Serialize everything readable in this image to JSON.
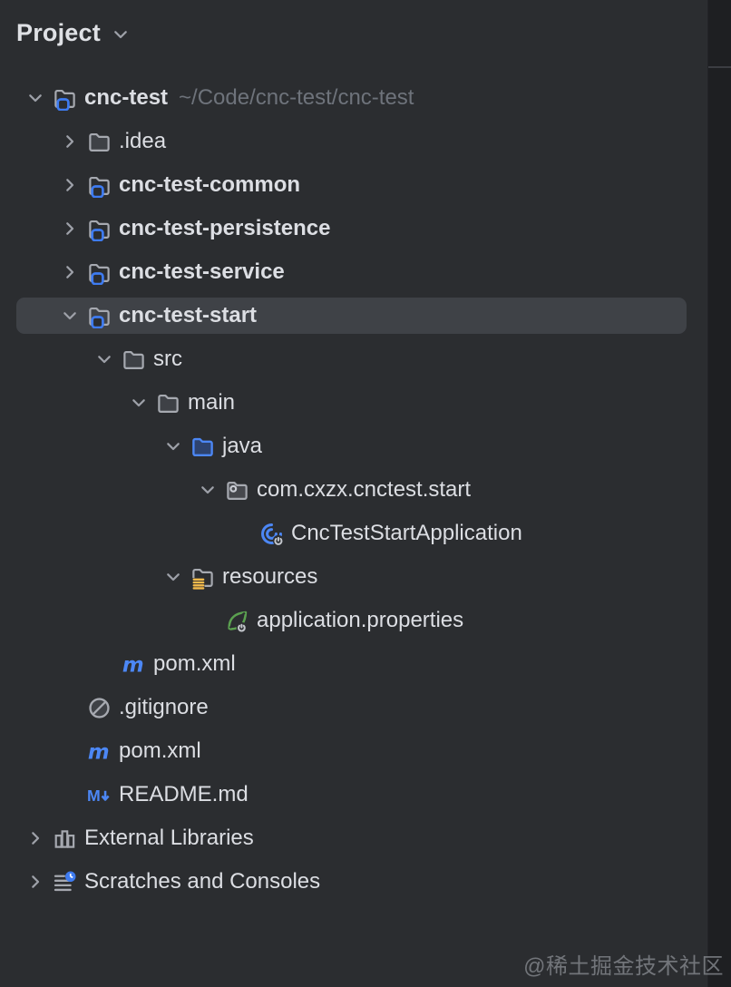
{
  "panel": {
    "title": "Project"
  },
  "tree": {
    "items": [
      {
        "label": "cnc-test",
        "hint": "~/Code/cnc-test/cnc-test",
        "level": 0,
        "chevron": "down",
        "icon": "module-folder",
        "bold": true,
        "selected": false
      },
      {
        "label": ".idea",
        "level": 1,
        "chevron": "right",
        "icon": "folder",
        "bold": false,
        "selected": false
      },
      {
        "label": "cnc-test-common",
        "level": 1,
        "chevron": "right",
        "icon": "module-folder",
        "bold": true,
        "selected": false
      },
      {
        "label": "cnc-test-persistence",
        "level": 1,
        "chevron": "right",
        "icon": "module-folder",
        "bold": true,
        "selected": false
      },
      {
        "label": "cnc-test-service",
        "level": 1,
        "chevron": "right",
        "icon": "module-folder",
        "bold": true,
        "selected": false
      },
      {
        "label": "cnc-test-start",
        "level": 1,
        "chevron": "down",
        "icon": "module-folder",
        "bold": true,
        "selected": true
      },
      {
        "label": "src",
        "level": 2,
        "chevron": "down",
        "icon": "folder",
        "bold": false,
        "selected": false
      },
      {
        "label": "main",
        "level": 3,
        "chevron": "down",
        "icon": "folder",
        "bold": false,
        "selected": false
      },
      {
        "label": "java",
        "level": 4,
        "chevron": "down",
        "icon": "sources-folder",
        "bold": false,
        "selected": false
      },
      {
        "label": "com.cxzx.cnctest.start",
        "level": 5,
        "chevron": "down",
        "icon": "package",
        "bold": false,
        "selected": false
      },
      {
        "label": "CncTestStartApplication",
        "level": 6,
        "chevron": "none",
        "icon": "spring-boot-class",
        "bold": false,
        "selected": false
      },
      {
        "label": "resources",
        "level": 4,
        "chevron": "down",
        "icon": "resources-folder",
        "bold": false,
        "selected": false
      },
      {
        "label": "application.properties",
        "level": 5,
        "chevron": "none",
        "icon": "spring-config",
        "bold": false,
        "selected": false
      },
      {
        "label": "pom.xml",
        "level": 2,
        "chevron": "none",
        "icon": "maven",
        "bold": false,
        "selected": false
      },
      {
        "label": ".gitignore",
        "level": 1,
        "chevron": "none",
        "icon": "ignored-file",
        "bold": false,
        "selected": false
      },
      {
        "label": "pom.xml",
        "level": 1,
        "chevron": "none",
        "icon": "maven",
        "bold": false,
        "selected": false
      },
      {
        "label": "README.md",
        "level": 1,
        "chevron": "none",
        "icon": "markdown",
        "bold": false,
        "selected": false
      },
      {
        "label": "External Libraries",
        "level": 0,
        "chevron": "right",
        "icon": "libraries",
        "bold": false,
        "selected": false
      },
      {
        "label": "Scratches and Consoles",
        "level": 0,
        "chevron": "right",
        "icon": "scratches",
        "bold": false,
        "selected": false
      }
    ]
  },
  "watermark": "@稀土掘金技术社区",
  "colors": {
    "panel_background": "#2B2D30",
    "editor_strip_background": "#1E1F22",
    "selection_background": "#3F4247",
    "text_primary": "#DCDEE3",
    "text_hint": "#6E737B",
    "icon_gray": "#9DA0A8",
    "accent_blue": "#4C87F5",
    "module_badge_blue": "#3E7BF0",
    "resources_yellow": "#F5BB4B",
    "spring_green": "#5BA150"
  }
}
